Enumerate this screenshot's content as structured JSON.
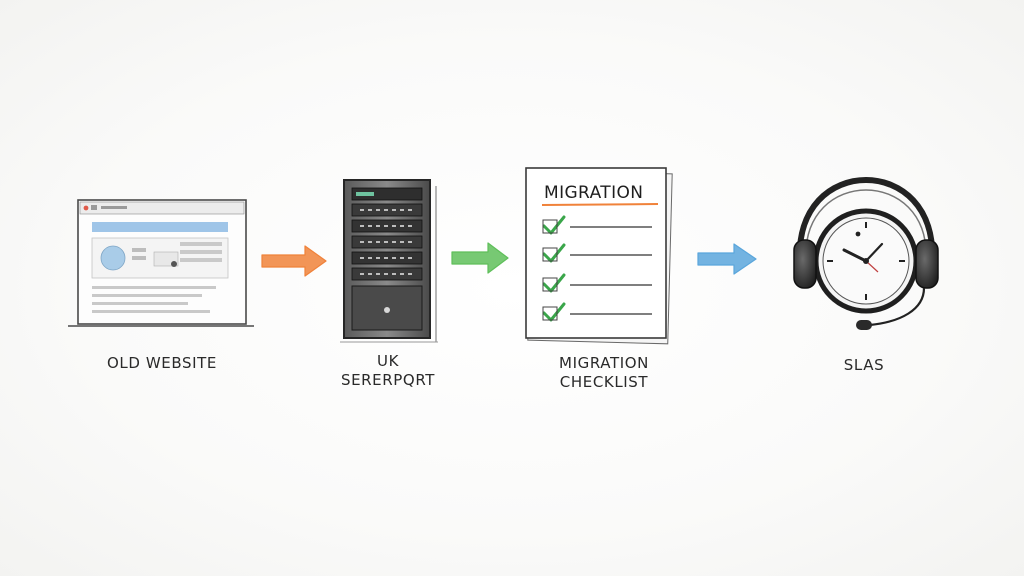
{
  "diagram": {
    "steps": [
      {
        "id": "old-website",
        "icon": "browser-window-icon",
        "label_lines": [
          "OLD WEBSITE"
        ]
      },
      {
        "id": "uk-server",
        "icon": "server-rack-icon",
        "label_lines": [
          "UK",
          "SERERPQRT"
        ]
      },
      {
        "id": "migration-checklist",
        "icon": "checklist-document-icon",
        "doc_heading": "MIGRATION",
        "label_lines": [
          "MIGRATION",
          "CHECKLIST"
        ]
      },
      {
        "id": "slas",
        "icon": "headset-clock-icon",
        "label_lines": [
          "SLAS"
        ]
      }
    ],
    "arrows": [
      {
        "name": "arrow-orange-icon",
        "color": "#f0823a"
      },
      {
        "name": "arrow-green-icon",
        "color": "#5fbf5a"
      },
      {
        "name": "arrow-blue-icon",
        "color": "#5aa6dc"
      }
    ],
    "colors": {
      "sketch": "#3a3a3a",
      "check": "#3aa64a",
      "underline": "#f0823a",
      "browser_accent": "#7fb2e0",
      "browser_tab": "#e05a4a"
    }
  }
}
